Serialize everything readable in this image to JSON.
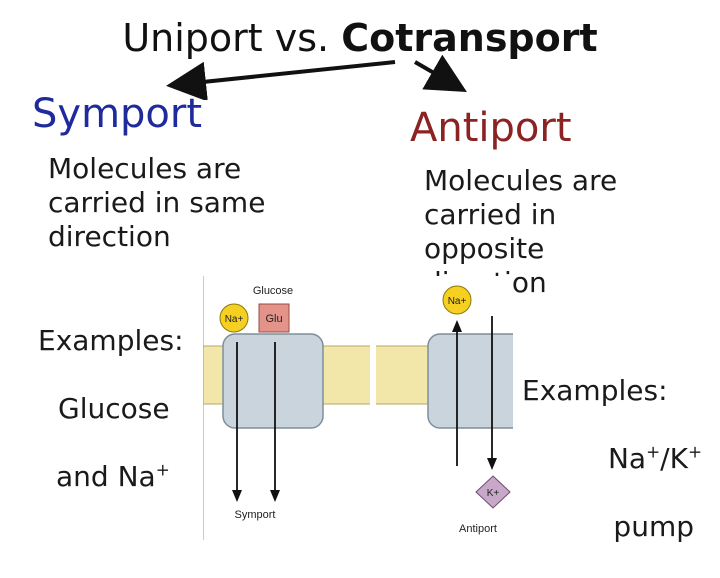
{
  "title": {
    "part1": "Uniport vs.",
    "part2": "Cotransport"
  },
  "symport": {
    "heading": "Symport",
    "description": "Molecules are\n carried in same\n direction",
    "examples_label": "Examples:",
    "examples_line1": "Glucose",
    "examples_line2": "and Na",
    "examples_sup": "+"
  },
  "antiport": {
    "heading": "Antiport",
    "description": "Molecules are\n carried in\n opposite\n direction",
    "examples_label": "Examples:",
    "examples_line1": "Na",
    "examples_sup1": "+",
    "examples_mid": "/K",
    "examples_sup2": "+",
    "examples_line2": "pump"
  },
  "diagram": {
    "glucose_label": "Glucose",
    "glu_label": "Glu",
    "na_symport": "Na+",
    "na_antiport": "Na+",
    "k_label": "K+",
    "symport_caption": "Symport",
    "antiport_caption": "Antiport"
  },
  "colors": {
    "heading_blue": "#1f2a9c",
    "antiport_red": "#8b2323",
    "membrane": "#f2e6a8",
    "protein": "#c9d4dd",
    "na_circle": "#f5d020",
    "glu_box": "#e3938a",
    "k_diamond": "#c8a8c8"
  }
}
